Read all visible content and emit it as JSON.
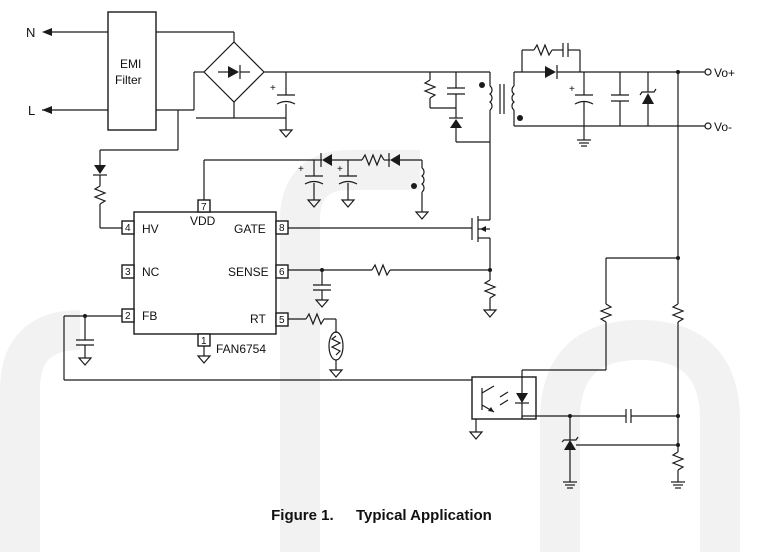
{
  "figure": {
    "caption_number": "Figure 1.",
    "caption_title": "Typical Application"
  },
  "terminals": {
    "line_n": "N",
    "line_l": "L",
    "vout_pos": "Vo+",
    "vout_neg": "Vo-"
  },
  "emi_filter": {
    "line1": "EMI",
    "line2": "Filter"
  },
  "ic": {
    "part": "FAN6754",
    "pins": [
      {
        "num": "4",
        "name": "HV"
      },
      {
        "num": "3",
        "name": "NC"
      },
      {
        "num": "2",
        "name": "FB"
      },
      {
        "num": "7",
        "name": "VDD"
      },
      {
        "num": "1",
        "name": ""
      },
      {
        "num": "8",
        "name": "GATE"
      },
      {
        "num": "6",
        "name": "SENSE"
      },
      {
        "num": "5",
        "name": "RT"
      }
    ]
  },
  "polarity_marks": {
    "plus": "+"
  },
  "colors": {
    "ink": "#1a1a1a",
    "background": "#ffffff",
    "watermark": "#f2f2f2"
  }
}
